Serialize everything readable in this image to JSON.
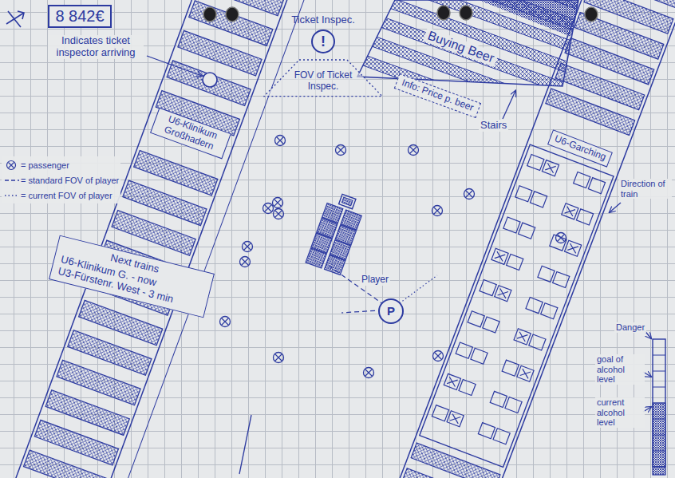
{
  "diagram": {
    "nodes": [
      {
        "text": [
          "8 842€"
        ]
      },
      {
        "text": [
          "Ticket Inspec.",
          "!"
        ]
      },
      {
        "text": [
          "FOV of Ticket Inspec."
        ]
      },
      {
        "text": [
          "Buying Beer"
        ]
      },
      {
        "text": [
          "Info: Price p. beer"
        ]
      },
      {
        "text": [
          "U6-Klinikum Großhadern"
        ]
      },
      {
        "text": [
          "U6-Garching"
        ]
      },
      {
        "text": [
          "Next trains",
          "U6-Klinikum G. - now",
          "U3-Fürstenr. West - 3 min"
        ]
      },
      {
        "text": [
          "P"
        ]
      }
    ],
    "labels": [
      "Indicates ticket inspector arriving",
      "Stairs",
      "Direction of train",
      "Danger",
      "goal of alcohol level",
      "current alcohol level",
      "Player"
    ],
    "legend": [
      {
        "text": "= passenger"
      },
      {
        "text": "= standard FOV of player"
      },
      {
        "text": "= current FOV of player"
      }
    ]
  }
}
